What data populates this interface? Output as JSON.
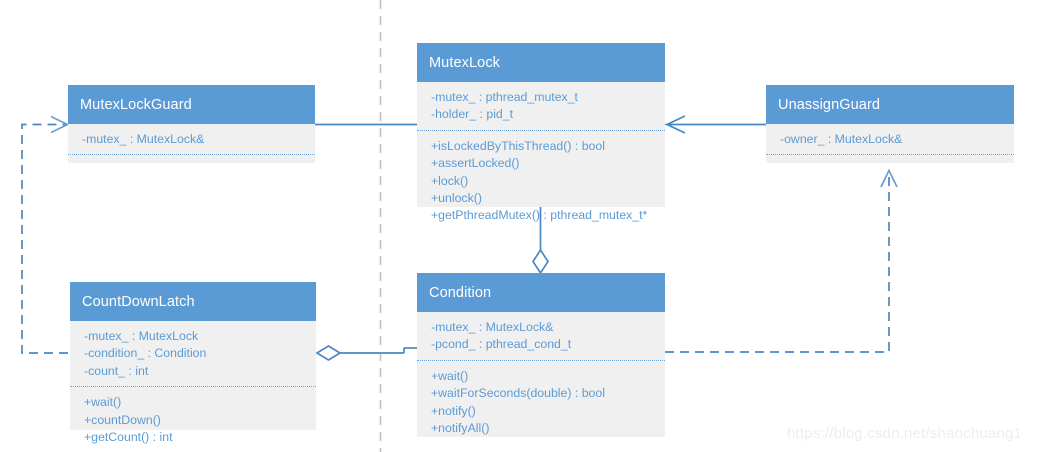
{
  "diagram": {
    "type": "uml-class-diagram",
    "title": "MutexLock / Condition class diagram",
    "colors": {
      "header_fill": "#5B9BD5",
      "body_fill": "#F0F0F0",
      "text_on_header": "#FFFFFF",
      "member_text": "#5B9BD5",
      "connector": "#4A87C4",
      "guide_line": "#BFBFBF",
      "page_background": "#FFFFFF",
      "watermark_text": "#EDEDED"
    }
  },
  "classes": [
    {
      "id": "mutexlockguard",
      "name": "MutexLockGuard",
      "attributes": [
        "-mutex_ : MutexLock&"
      ],
      "methods": []
    },
    {
      "id": "mutexlock",
      "name": "MutexLock",
      "attributes": [
        "-mutex_ : pthread_mutex_t",
        "-holder_ : pid_t"
      ],
      "methods": [
        "+isLockedByThisThread() : bool",
        "+assertLocked()",
        "+lock()",
        "+unlock()",
        "+getPthreadMutex() : pthread_mutex_t*"
      ]
    },
    {
      "id": "unassignguard",
      "name": "UnassignGuard",
      "attributes": [
        "-owner_ : MutexLock&"
      ],
      "methods": []
    },
    {
      "id": "countdownlatch",
      "name": "CountDownLatch",
      "attributes": [
        "-mutex_ : MutexLock",
        "-condition_ : Condition",
        "-count_ : int"
      ],
      "methods": [
        "+wait()",
        "+countDown()",
        "+getCount() : int"
      ]
    },
    {
      "id": "condition",
      "name": "Condition",
      "attributes": [
        "-mutex_ : MutexLock&",
        "-pcond_ : pthread_cond_t"
      ],
      "methods": [
        "+wait()",
        "+waitForSeconds(double) : bool",
        "+notify()",
        "+notifyAll()"
      ]
    }
  ],
  "relationships": [
    {
      "id": "guard-uses-mutexlock",
      "from": "MutexLockGuard",
      "to": "MutexLock",
      "kind": "association",
      "style": "solid",
      "arrow": "open"
    },
    {
      "id": "unassignguard-uses-mutexlock",
      "from": "UnassignGuard",
      "to": "MutexLock",
      "kind": "association",
      "style": "solid",
      "arrow": "open"
    },
    {
      "id": "mutexlock-aggregates-condition",
      "from": "Condition",
      "to": "MutexLock",
      "kind": "aggregation",
      "style": "solid",
      "arrow": "hollow-diamond"
    },
    {
      "id": "countdownlatch-aggregates-condition",
      "from": "CountDownLatch",
      "to": "Condition",
      "kind": "aggregation",
      "style": "solid",
      "arrow": "hollow-diamond"
    },
    {
      "id": "countdownlatch-depends-guard",
      "from": "CountDownLatch",
      "to": "MutexLockGuard",
      "kind": "dependency",
      "style": "dashed",
      "arrow": "open"
    },
    {
      "id": "condition-depends-unassignguard",
      "from": "Condition",
      "to": "UnassignGuard",
      "kind": "dependency",
      "style": "dashed",
      "arrow": "open"
    }
  ],
  "watermark": {
    "text": "https://blog.csdn.net/shaochuang1"
  }
}
